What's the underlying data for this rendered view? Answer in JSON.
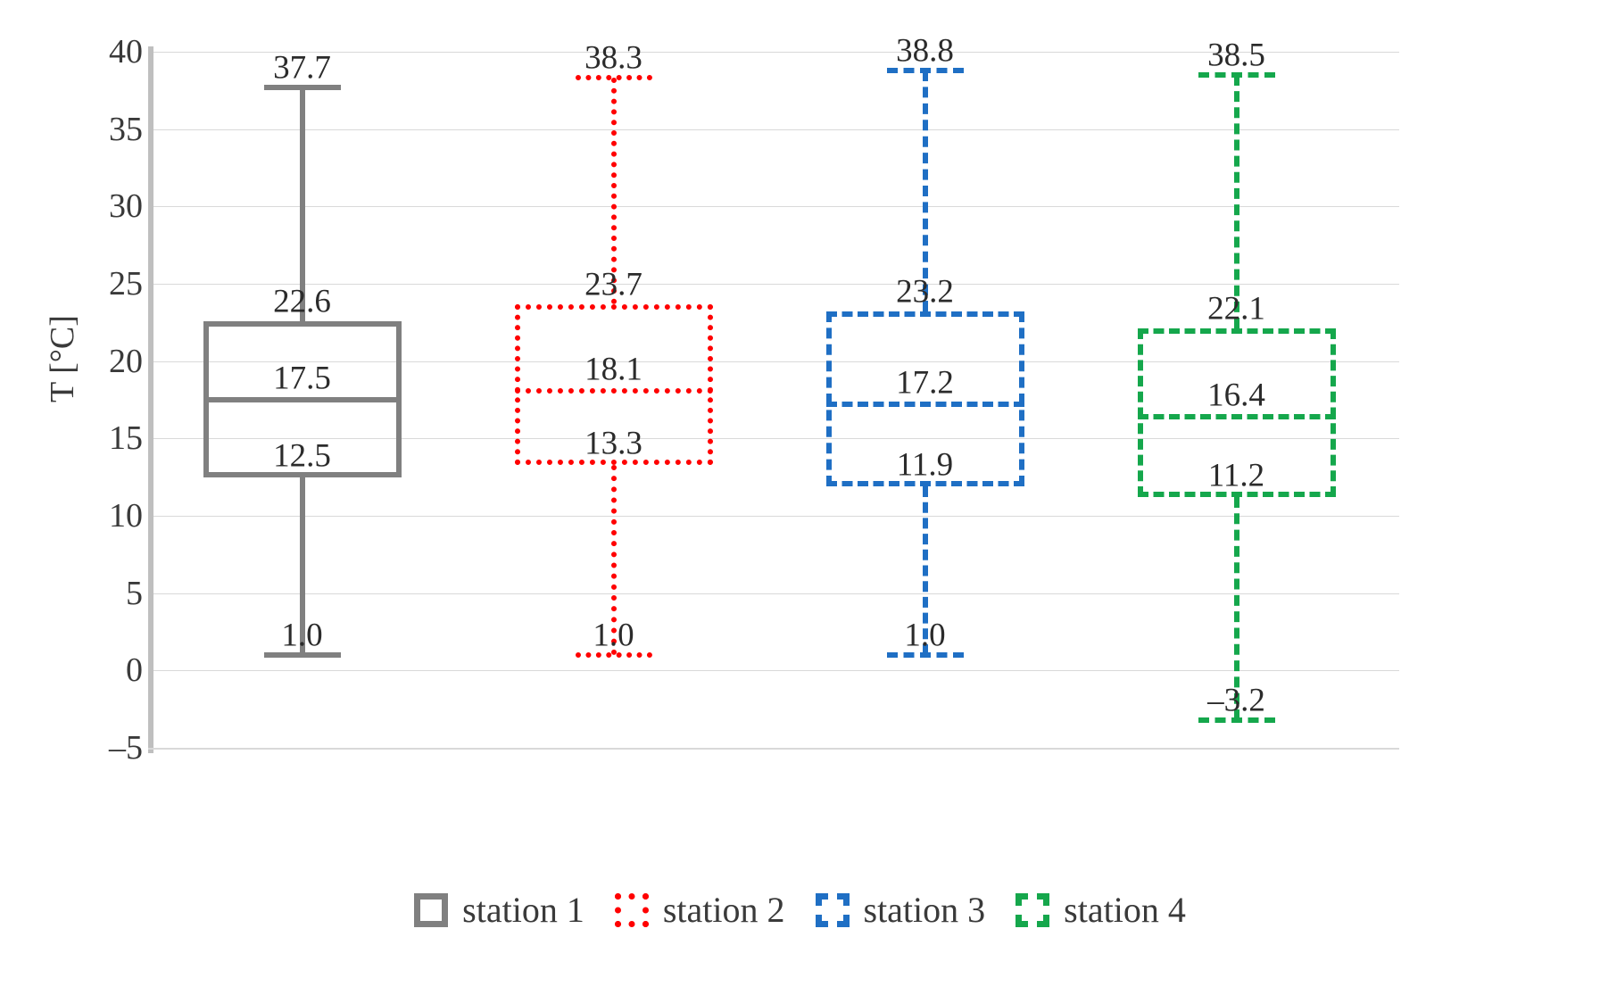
{
  "chart_data": {
    "type": "box",
    "title": "",
    "xlabel": "",
    "ylabel": "T [°C]",
    "ylim": [
      -5,
      40
    ],
    "ytick_step": 5,
    "yticks": [
      "40",
      "35",
      "30",
      "25",
      "20",
      "15",
      "10",
      "5",
      "0",
      "-5"
    ],
    "grid": true,
    "legend_position": "bottom",
    "categories": [
      "station 1",
      "station 2",
      "station 3",
      "station 4"
    ],
    "series": [
      {
        "name": "station 1",
        "color": "#808080",
        "line_style": "solid",
        "whisker_max": 37.7,
        "q3": 22.6,
        "median": 17.5,
        "q1": 12.5,
        "whisker_min": 1.0,
        "labels": {
          "whisker_max": "37.7",
          "q3": "22.6",
          "median": "17.5",
          "q1": "12.5",
          "whisker_min": "1.0"
        }
      },
      {
        "name": "station 2",
        "color": "#FF0000",
        "line_style": "dotted",
        "whisker_max": 38.3,
        "q3": 23.7,
        "median": 18.1,
        "q1": 13.3,
        "whisker_min": 1.0,
        "labels": {
          "whisker_max": "38.3",
          "q3": "23.7",
          "median": "18.1",
          "q1": "13.3",
          "whisker_min": "1.0"
        }
      },
      {
        "name": "station 3",
        "color": "#1F6FC4",
        "line_style": "dashed",
        "whisker_max": 38.8,
        "q3": 23.2,
        "median": 17.2,
        "q1": 11.9,
        "whisker_min": 1.0,
        "labels": {
          "whisker_max": "38.8",
          "q3": "23.2",
          "median": "17.2",
          "q1": "11.9",
          "whisker_min": "1.0"
        }
      },
      {
        "name": "station 4",
        "color": "#15A74C",
        "line_style": "dashed",
        "whisker_max": 38.5,
        "q3": 22.1,
        "median": 16.4,
        "q1": 11.2,
        "whisker_min": -3.2,
        "labels": {
          "whisker_max": "38.5",
          "q3": "22.1",
          "median": "16.4",
          "q1": "11.2",
          "whisker_min": "-3.2"
        }
      }
    ]
  },
  "legend": {
    "items": [
      {
        "label": "station 1",
        "color": "#808080",
        "line_style": "solid"
      },
      {
        "label": "station 2",
        "color": "#FF0000",
        "line_style": "dotted"
      },
      {
        "label": "station 3",
        "color": "#1F6FC4",
        "line_style": "dashed"
      },
      {
        "label": "station 4",
        "color": "#15A74C",
        "line_style": "dashed"
      }
    ]
  }
}
